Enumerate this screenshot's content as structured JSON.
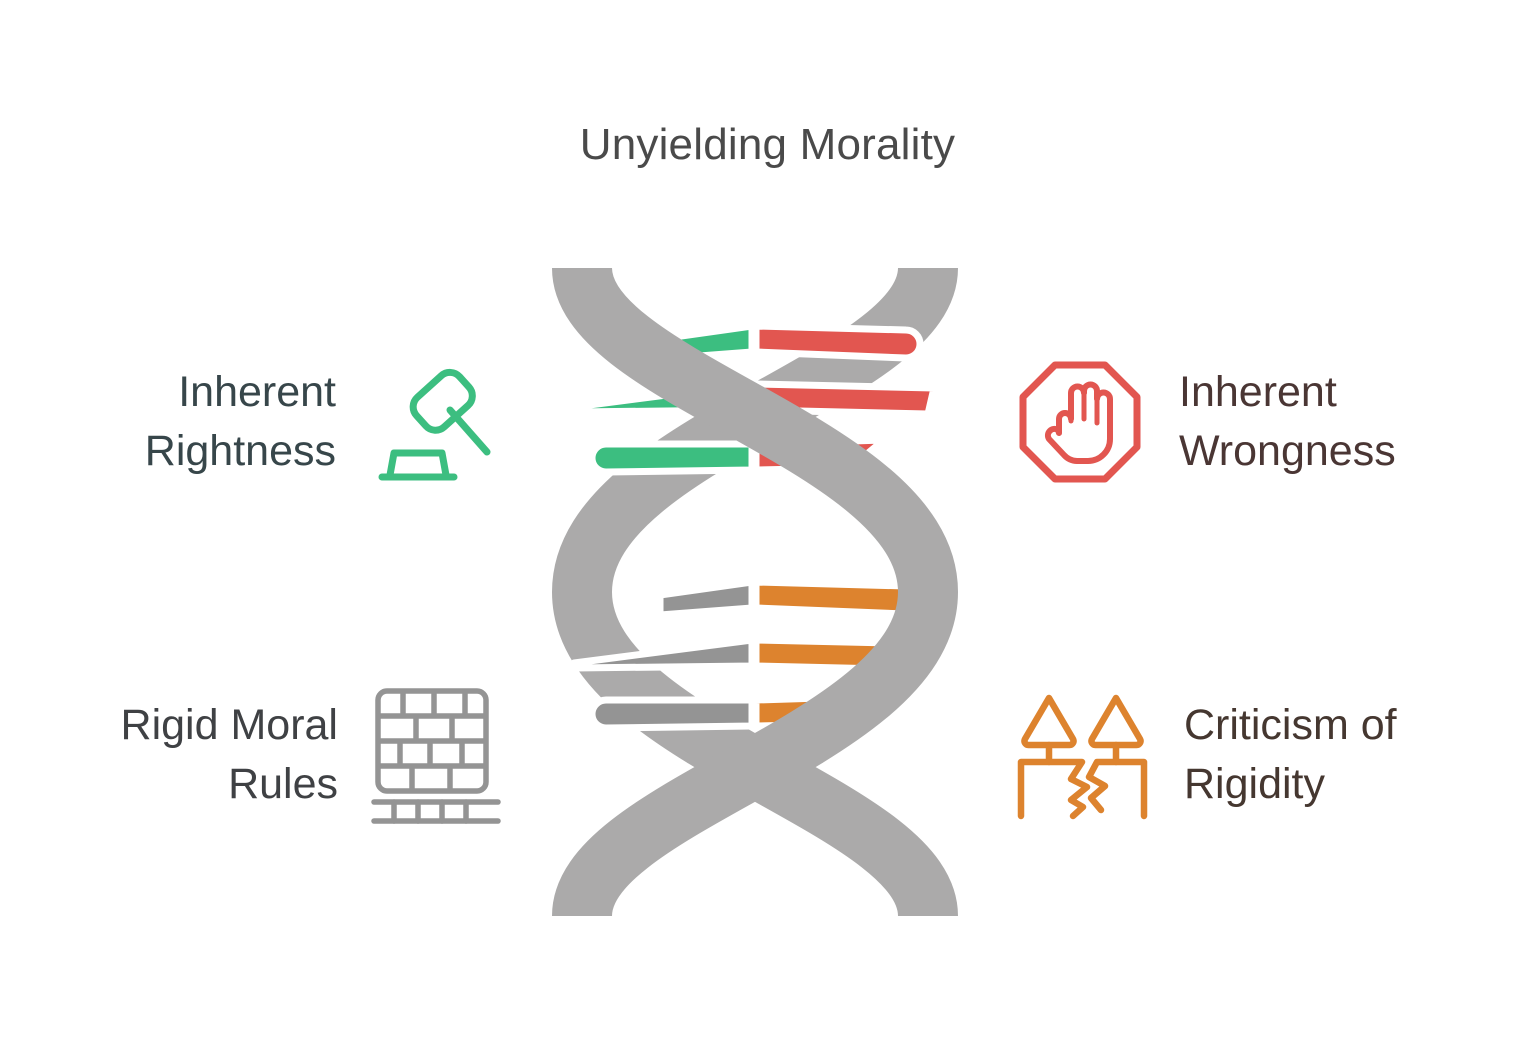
{
  "title": "Unyielding Morality",
  "theme": {
    "title_color": "#4a4a4a",
    "green": "#3cbe80",
    "red": "#e25650",
    "orange": "#dd832e",
    "gray_light": "#abaaaa",
    "gray_dark": "#949494",
    "background": "#ffffff"
  },
  "labels": [
    {
      "id": "inherent-rightness",
      "text": "Inherent\nRightness",
      "text_color": "#37464a",
      "icon": "gavel-icon",
      "icon_color": "#3cbe80",
      "side": "left",
      "row": "top"
    },
    {
      "id": "inherent-wrongness",
      "text": "Inherent\nWrongness",
      "text_color": "#4a3634",
      "icon": "stop-hand-icon",
      "icon_color": "#e25650",
      "side": "right",
      "row": "top"
    },
    {
      "id": "rigid-moral-rules",
      "text": "Rigid Moral\nRules",
      "text_color": "#3f4144",
      "icon": "brick-wall-icon",
      "icon_color": "#949494",
      "side": "left",
      "row": "bottom"
    },
    {
      "id": "criticism-of-rigidity",
      "text": "Criticism of\nRigidity",
      "text_color": "#453730",
      "icon": "cracked-ground-trees-icon",
      "icon_color": "#dd832e",
      "side": "right",
      "row": "bottom"
    }
  ],
  "dna": {
    "name": "dna-double-helix",
    "strand_color": "#abaaaa",
    "rungs": [
      {
        "row": 1,
        "left_color": "#3cbe80",
        "right_color": "#e25650"
      },
      {
        "row": 2,
        "left_color": "#3cbe80",
        "right_color": "#e25650"
      },
      {
        "row": 3,
        "left_color": "#3cbe80",
        "right_color": "#e25650"
      },
      {
        "row": 4,
        "left_color": "#949494",
        "right_color": "#dd832e"
      },
      {
        "row": 5,
        "left_color": "#949494",
        "right_color": "#dd832e"
      },
      {
        "row": 6,
        "left_color": "#949494",
        "right_color": "#dd832e"
      }
    ]
  }
}
